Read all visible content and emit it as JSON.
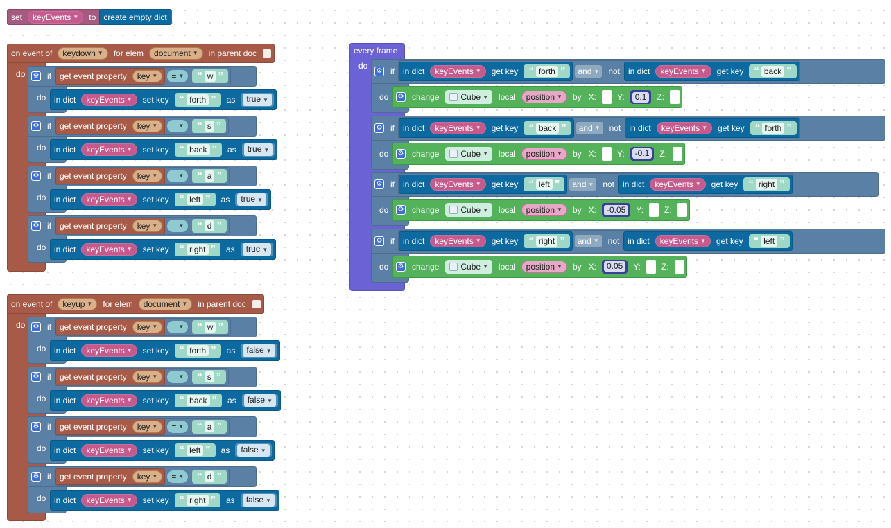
{
  "set_block": {
    "set": "set",
    "var": "keyEvents",
    "to": "to",
    "value": "create empty dict"
  },
  "labels": {
    "on_event_of": "on event of",
    "for_elem": "for elem",
    "in_parent_doc": "in parent doc",
    "do": "do",
    "if": "if",
    "get_event_property": "get event property",
    "key": "key",
    "eq": "=",
    "in_dict": "in dict",
    "set_key": "set key",
    "as": "as",
    "every_frame": "every frame",
    "get_key": "get key",
    "and": "and",
    "not": "not",
    "change": "change",
    "local": "local",
    "position": "position",
    "by": "by",
    "x": "X:",
    "y": "Y:",
    "z": "Z:",
    "cube": "Cube",
    "document": "document",
    "keyEvents": "keyEvents"
  },
  "keydown": {
    "event": "keydown",
    "rows": [
      {
        "char": "w",
        "key": "forth",
        "value": "true"
      },
      {
        "char": "s",
        "key": "back",
        "value": "true"
      },
      {
        "char": "a",
        "key": "left",
        "value": "true"
      },
      {
        "char": "d",
        "key": "right",
        "value": "true"
      }
    ]
  },
  "keyup": {
    "event": "keyup",
    "rows": [
      {
        "char": "w",
        "key": "forth",
        "value": "false"
      },
      {
        "char": "s",
        "key": "back",
        "value": "false"
      },
      {
        "char": "a",
        "key": "left",
        "value": "false"
      },
      {
        "char": "d",
        "key": "right",
        "value": "false"
      }
    ]
  },
  "frame": {
    "rows": [
      {
        "k1": "forth",
        "k2": "back",
        "axis": "Y",
        "amount": "0.1"
      },
      {
        "k1": "back",
        "k2": "forth",
        "axis": "Y",
        "amount": "-0.1"
      },
      {
        "k1": "left",
        "k2": "right",
        "axis": "X",
        "amount": "-0.05"
      },
      {
        "k1": "right",
        "k2": "left",
        "axis": "X",
        "amount": "0.05"
      }
    ]
  }
}
